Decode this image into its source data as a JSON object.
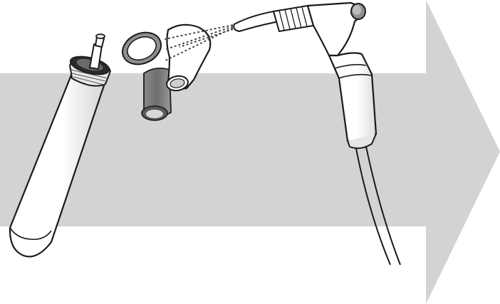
{
  "colors": {
    "background": "#ffffff",
    "arrow": "#d3d3d3",
    "outline": "#1a1a1a",
    "body": "#ffffff",
    "shade": "#e6e6e6",
    "dark_shade": "#8f8f8f",
    "gray_cone": "#7d7d7d",
    "spray": "#3a3a3a"
  },
  "diagram": {
    "elements": [
      "arrow",
      "cylinder-body",
      "threaded-cap",
      "nozzle-tip",
      "sealing-ring",
      "cleaning-cap",
      "cone-sleeve",
      "spray-lines",
      "air-syringe-tip",
      "air-syringe-collar",
      "air-syringe-head",
      "air-syringe-handle",
      "air-hose"
    ]
  }
}
